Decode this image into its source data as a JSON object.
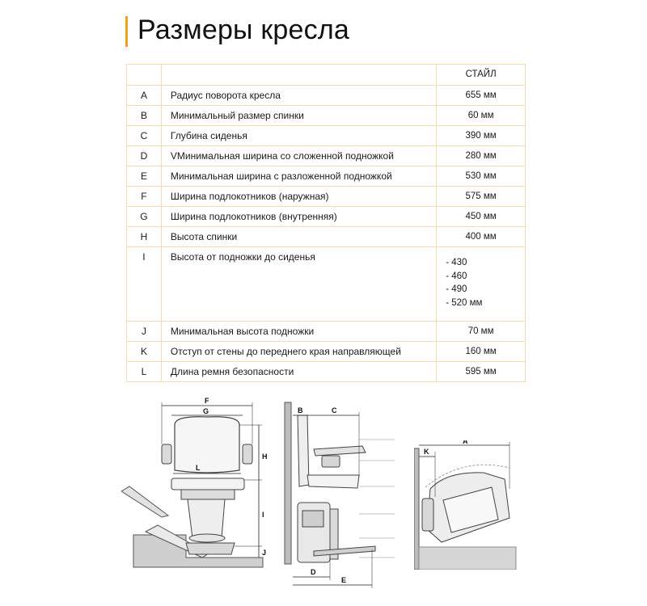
{
  "title": "Размеры кресла",
  "table": {
    "column_header": "СТАЙЛ",
    "rows": [
      {
        "code": "A",
        "label": "Радиус поворота кресла",
        "value": "655 мм"
      },
      {
        "code": "B",
        "label": "Минимальный размер спинки",
        "value": "60 мм"
      },
      {
        "code": "C",
        "label": "Глубина сиденья",
        "value": "390 мм"
      },
      {
        "code": "D",
        "label": "VМинимальная ширина со сложенной подножкой",
        "value": "280 мм"
      },
      {
        "code": "E",
        "label": "Минимальная ширина с разложенной подножкой",
        "value": "530 мм"
      },
      {
        "code": "F",
        "label": "Ширина подлокотников (наружная)",
        "value": "575 мм"
      },
      {
        "code": "G",
        "label": "Ширина подлокотников (внутренняя)",
        "value": "450 мм"
      },
      {
        "code": "H",
        "label": "Высота спинки",
        "value": "400 мм"
      },
      {
        "code": "I",
        "label": "Высота от подножки до сиденья",
        "values": [
          "- 430",
          "- 460",
          "- 490",
          "- 520 мм"
        ]
      },
      {
        "code": "J",
        "label": "Минимальная высота подножки",
        "value": "70 мм"
      },
      {
        "code": "K",
        "label": "Отступ от стены до переднего края направляющей",
        "value": "160 мм"
      },
      {
        "code": "L",
        "label": "Длина ремня безопасности",
        "value": "595 мм"
      }
    ]
  },
  "figures": {
    "front": {
      "F": "F",
      "G": "G",
      "H": "H",
      "L": "L",
      "I": "I",
      "J": "J"
    },
    "side": {
      "B": "B",
      "C": "C",
      "D": "D",
      "E": "E"
    },
    "top": {
      "A": "A",
      "K": "K"
    }
  }
}
